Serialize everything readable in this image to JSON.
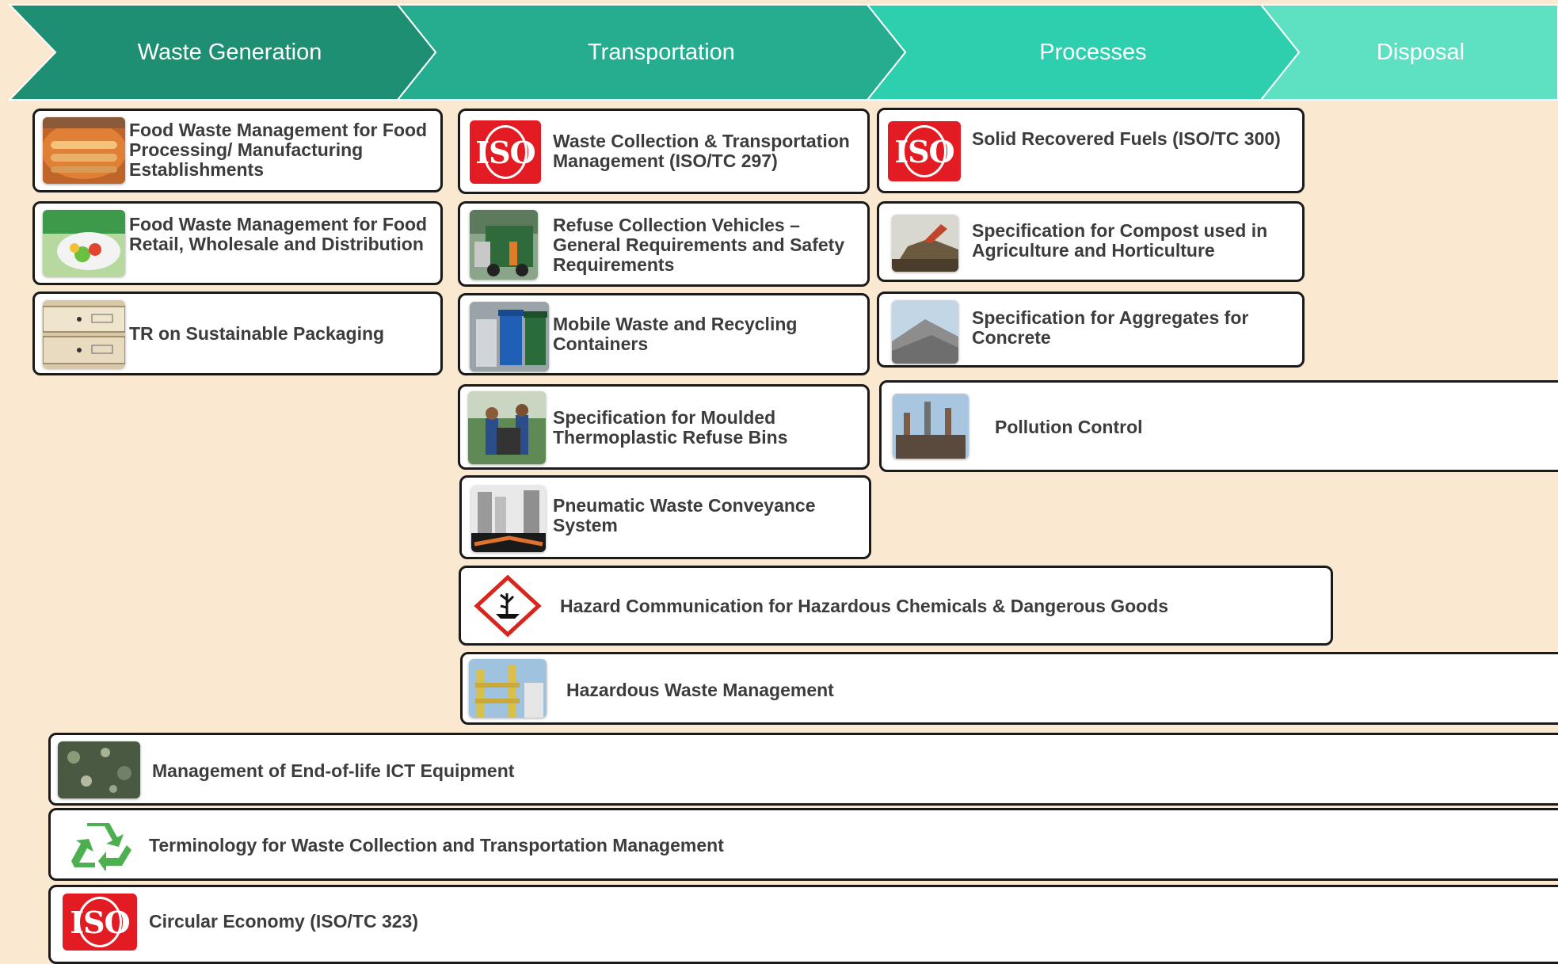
{
  "stages": [
    "Waste Generation",
    "Transportation",
    "Processes",
    "Disposal"
  ],
  "colors": {
    "background": "#fbe8d0",
    "stage1": "#1e8f72",
    "stage2": "#26ad8f",
    "stage3": "#2ecfae",
    "stage4": "#5ee0c3",
    "card_border": "#1a1a1a",
    "iso_red": "#e31b23"
  },
  "cards": {
    "food_mfg": "Food Waste Management for Food Processing/ Manufacturing Establishments",
    "food_retail": "Food Waste Management for Food Retail, Wholesale and Distribution",
    "packaging": "TR on Sustainable Packaging",
    "collection_iso": "Waste Collection & Transportation Management (ISO/TC 297)",
    "refuse_vehicles": "Refuse Collection Vehicles – General Requirements and Safety Requirements",
    "mobile_containers": "Mobile Waste and Recycling Containers",
    "moulded_bins": "Specification for Moulded Thermoplastic Refuse Bins",
    "pneumatic": "Pneumatic Waste Conveyance System",
    "hazard_comm": "Hazard Communication for Hazardous Chemicals & Dangerous Goods",
    "hazardous_waste": "Hazardous Waste Management",
    "srf_iso": "Solid Recovered Fuels (ISO/TC 300)",
    "compost": "Specification for Compost used in Agriculture and Horticulture",
    "aggregates": "Specification for Aggregates for Concrete",
    "pollution": "Pollution Control",
    "ict": "Management of End-of-life ICT Equipment",
    "terminology": "Terminology for Waste Collection and Transportation Management",
    "circular_iso": "Circular Economy (ISO/TC 323)"
  },
  "logo": {
    "iso_text": "ISO"
  },
  "icons": {
    "food_mfg": "bread-production-photo",
    "food_retail": "salad-plate-photo",
    "packaging": "cardboard-box-photo",
    "refuse_vehicles": "garbage-truck-photo",
    "mobile_containers": "wheelie-bins-photo",
    "moulded_bins": "workers-with-bin-photo",
    "pneumatic": "city-pipeline-photo",
    "hazard_comm": "environmental-hazard-pictogram",
    "hazardous_waste": "industrial-plant-photo",
    "compost": "compost-heap-photo",
    "aggregates": "aggregate-pile-photo",
    "pollution": "refinery-photo",
    "ict": "electronic-scrap-photo",
    "terminology": "recycle-icon"
  }
}
